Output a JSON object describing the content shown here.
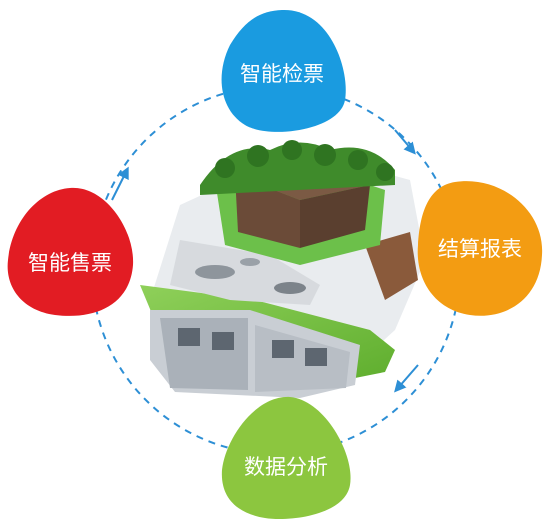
{
  "nodes": {
    "top": {
      "label": "智能检票",
      "color": "#1a9be0"
    },
    "right": {
      "label": "结算报表",
      "color": "#f39c12"
    },
    "bottom": {
      "label": "数据分析",
      "color": "#8cc63f"
    },
    "left": {
      "label": "智能售票",
      "color": "#e21c23"
    }
  },
  "cycle": {
    "color": "#2d8fd5",
    "style": "dashed"
  },
  "center_image": {
    "subject": "isometric scenic park with pavilion, bamboo garden, zen rock garden and ticket gates"
  }
}
